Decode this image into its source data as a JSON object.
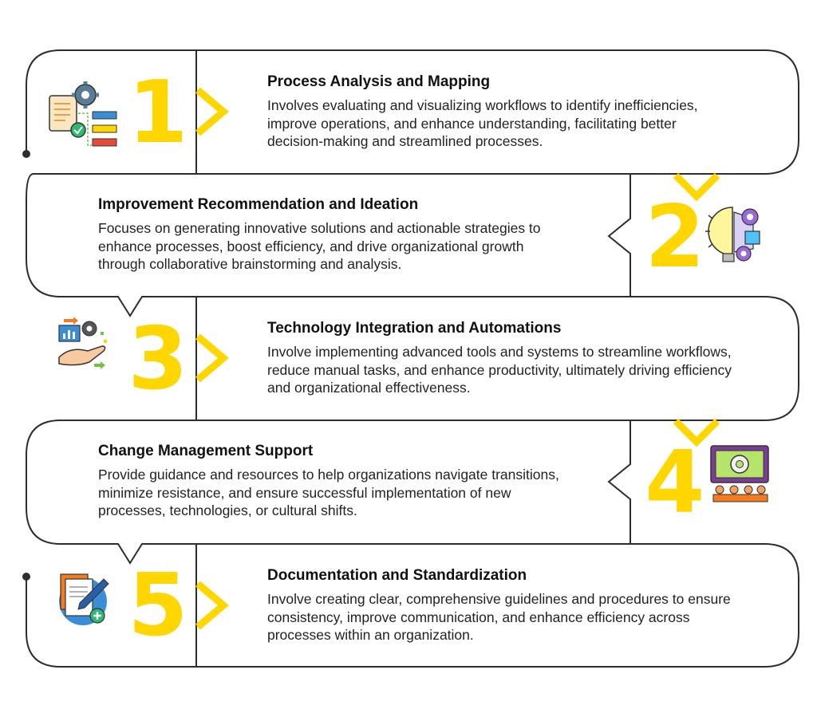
{
  "colors": {
    "outline": "#2d2d2d",
    "accent": "#ffd600",
    "icon_orange": "#f47c20",
    "icon_blue": "#3a8ed8",
    "icon_green": "#74c04a"
  },
  "steps": [
    {
      "number": "1",
      "title": "Process Analysis and Mapping",
      "description": "Involves evaluating and visualizing workflows to identify inefficiencies, improve operations, and enhance understanding, facilitating better decision-making and streamlined processes.",
      "icon": "process-flowchart-icon"
    },
    {
      "number": "2",
      "title": "Improvement Recommendation and Ideation",
      "description": "Focuses on generating innovative solutions and actionable strategies to enhance processes, boost efficiency, and drive organizational growth through collaborative brainstorming and analysis.",
      "icon": "lightbulb-gears-icon"
    },
    {
      "number": "3",
      "title": "Technology Integration and Automations",
      "description": "Involve implementing advanced tools and systems to streamline workflows, reduce manual tasks, and enhance productivity, ultimately driving efficiency and organizational effectiveness.",
      "icon": "hand-automation-icon"
    },
    {
      "number": "4",
      "title": "Change Management Support",
      "description": "Provide guidance and resources to help organizations navigate transitions, minimize resistance, and ensure successful implementation of new processes, technologies, or cultural shifts.",
      "icon": "presentation-screen-icon"
    },
    {
      "number": "5",
      "title": "Documentation and Standardization",
      "description": "Involve creating clear, comprehensive guidelines and procedures to ensure consistency, improve communication, and enhance efficiency across processes within an organization.",
      "icon": "document-edit-icon"
    }
  ]
}
